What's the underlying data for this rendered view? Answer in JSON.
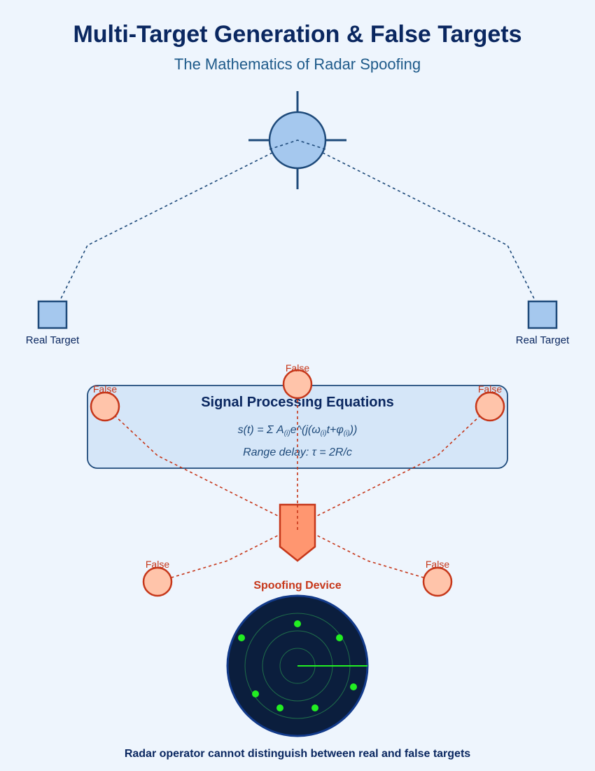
{
  "header": {
    "title": "Multi-Target Generation & False Targets",
    "subtitle": "The Mathematics of Radar Spoofing"
  },
  "real_targets": [
    {
      "label": "Real Target"
    },
    {
      "label": "Real Target"
    }
  ],
  "false_targets": [
    {
      "label": "False"
    },
    {
      "label": "False"
    },
    {
      "label": "False"
    },
    {
      "label": "False"
    },
    {
      "label": "False"
    }
  ],
  "equations_box": {
    "title": "Signal Processing Equations",
    "eq1": {
      "part1": "s(t) = Σ A",
      "sub1": "(i)",
      "part2": "e^(j(ω",
      "sub2": "(i)",
      "part3": "t+φ",
      "sub3": "(i)",
      "part4": "))"
    },
    "eq2": "Range delay: τ = 2R/c"
  },
  "spoofing_device": {
    "label": "Spoofing Device"
  },
  "radar_display": {
    "blip_count": 7,
    "blip_color": "#22ee22"
  },
  "footer": {
    "text": "Radar operator cannot distinguish between real and false targets"
  },
  "colors": {
    "background": "#eef5fd",
    "title": "#0a2760",
    "real_target": "#a5c8ee",
    "false_target": "#ffc4aa",
    "spoofer": "#ff9670",
    "accent_red": "#c6371a",
    "radar_screen": "#0b1e3d"
  }
}
